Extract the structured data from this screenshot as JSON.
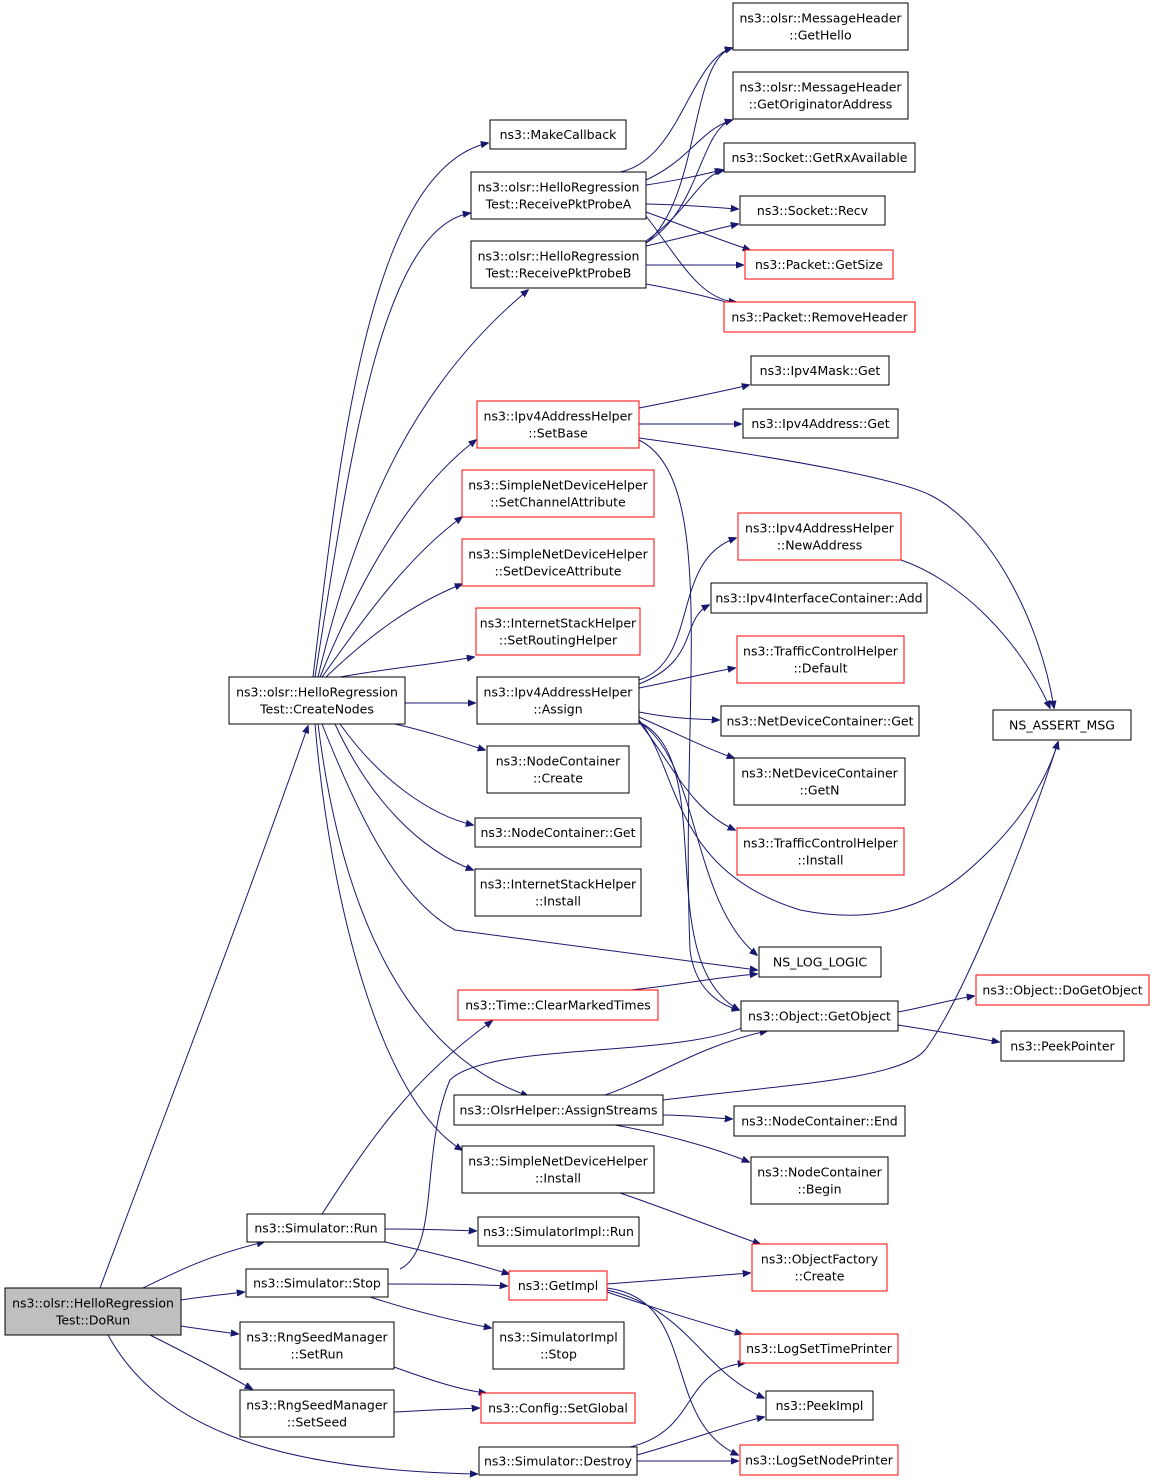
{
  "colors": {
    "edge": "#191970",
    "node_border": "#000000",
    "node_border_incomplete": "#ff0000",
    "root_fill": "#bfbfbf",
    "node_fill": "#ffffff"
  },
  "nodes": [
    {
      "id": "n_dorun",
      "lines": [
        "ns3::olsr::HelloRegression",
        "Test::DoRun"
      ],
      "style": "root"
    },
    {
      "id": "n_createnodes",
      "lines": [
        "ns3::olsr::HelloRegression",
        "Test::CreateNodes"
      ],
      "style": "normal"
    },
    {
      "id": "n_simrun",
      "lines": [
        "ns3::Simulator::Run"
      ],
      "style": "normal"
    },
    {
      "id": "n_simstop",
      "lines": [
        "ns3::Simulator::Stop"
      ],
      "style": "normal"
    },
    {
      "id": "n_setrun",
      "lines": [
        "ns3::RngSeedManager",
        "::SetRun"
      ],
      "style": "normal"
    },
    {
      "id": "n_setseed",
      "lines": [
        "ns3::RngSeedManager",
        "::SetSeed"
      ],
      "style": "normal"
    },
    {
      "id": "n_simdestroy",
      "lines": [
        "ns3::Simulator::Destroy"
      ],
      "style": "normal"
    },
    {
      "id": "n_makecallback",
      "lines": [
        "ns3::MakeCallback"
      ],
      "style": "normal"
    },
    {
      "id": "n_probea",
      "lines": [
        "ns3::olsr::HelloRegression",
        "Test::ReceivePktProbeA"
      ],
      "style": "normal"
    },
    {
      "id": "n_probeb",
      "lines": [
        "ns3::olsr::HelloRegression",
        "Test::ReceivePktProbeB"
      ],
      "style": "normal"
    },
    {
      "id": "n_setbase",
      "lines": [
        "ns3::Ipv4AddressHelper",
        "::SetBase"
      ],
      "style": "incomplete"
    },
    {
      "id": "n_setchanattr",
      "lines": [
        "ns3::SimpleNetDeviceHelper",
        "::SetChannelAttribute"
      ],
      "style": "incomplete"
    },
    {
      "id": "n_setdevattr",
      "lines": [
        "ns3::SimpleNetDeviceHelper",
        "::SetDeviceAttribute"
      ],
      "style": "incomplete"
    },
    {
      "id": "n_setrouting",
      "lines": [
        "ns3::InternetStackHelper",
        "::SetRoutingHelper"
      ],
      "style": "incomplete"
    },
    {
      "id": "n_assign",
      "lines": [
        "ns3::Ipv4AddressHelper",
        "::Assign"
      ],
      "style": "normal"
    },
    {
      "id": "n_nccreate",
      "lines": [
        "ns3::NodeContainer",
        "::Create"
      ],
      "style": "normal"
    },
    {
      "id": "n_ncget",
      "lines": [
        "ns3::NodeContainer::Get"
      ],
      "style": "normal"
    },
    {
      "id": "n_ishinstall",
      "lines": [
        "ns3::InternetStackHelper",
        "::Install"
      ],
      "style": "normal"
    },
    {
      "id": "n_clearmarked",
      "lines": [
        "ns3::Time::ClearMarkedTimes"
      ],
      "style": "incomplete"
    },
    {
      "id": "n_assignstreams",
      "lines": [
        "ns3::OlsrHelper::AssignStreams"
      ],
      "style": "normal"
    },
    {
      "id": "n_sndhinstall",
      "lines": [
        "ns3::SimpleNetDeviceHelper",
        "::Install"
      ],
      "style": "normal"
    },
    {
      "id": "n_simimplrun",
      "lines": [
        "ns3::SimulatorImpl::Run"
      ],
      "style": "normal"
    },
    {
      "id": "n_getimpl",
      "lines": [
        "ns3::GetImpl"
      ],
      "style": "incomplete"
    },
    {
      "id": "n_simimplstop",
      "lines": [
        "ns3::SimulatorImpl",
        "::Stop"
      ],
      "style": "normal"
    },
    {
      "id": "n_setglobal",
      "lines": [
        "ns3::Config::SetGlobal"
      ],
      "style": "incomplete"
    },
    {
      "id": "n_gethello",
      "lines": [
        "ns3::olsr::MessageHeader",
        "::GetHello"
      ],
      "style": "normal"
    },
    {
      "id": "n_getorig",
      "lines": [
        "ns3::olsr::MessageHeader",
        "::GetOriginatorAddress"
      ],
      "style": "normal"
    },
    {
      "id": "n_getrxavail",
      "lines": [
        "ns3::Socket::GetRxAvailable"
      ],
      "style": "normal"
    },
    {
      "id": "n_recv",
      "lines": [
        "ns3::Socket::Recv"
      ],
      "style": "normal"
    },
    {
      "id": "n_getsize",
      "lines": [
        "ns3::Packet::GetSize"
      ],
      "style": "incomplete"
    },
    {
      "id": "n_removeheader",
      "lines": [
        "ns3::Packet::RemoveHeader"
      ],
      "style": "incomplete"
    },
    {
      "id": "n_maskget",
      "lines": [
        "ns3::Ipv4Mask::Get"
      ],
      "style": "normal"
    },
    {
      "id": "n_addrget",
      "lines": [
        "ns3::Ipv4Address::Get"
      ],
      "style": "normal"
    },
    {
      "id": "n_newaddr",
      "lines": [
        "ns3::Ipv4AddressHelper",
        "::NewAddress"
      ],
      "style": "incomplete"
    },
    {
      "id": "n_ifcadd",
      "lines": [
        "ns3::Ipv4InterfaceContainer::Add"
      ],
      "style": "normal"
    },
    {
      "id": "n_tcdefault",
      "lines": [
        "ns3::TrafficControlHelper",
        "::Default"
      ],
      "style": "incomplete"
    },
    {
      "id": "n_ndcget",
      "lines": [
        "ns3::NetDeviceContainer::Get"
      ],
      "style": "normal"
    },
    {
      "id": "n_ndcgetn",
      "lines": [
        "ns3::NetDeviceContainer",
        "::GetN"
      ],
      "style": "normal"
    },
    {
      "id": "n_tcinstall",
      "lines": [
        "ns3::TrafficControlHelper",
        "::Install"
      ],
      "style": "incomplete"
    },
    {
      "id": "n_nsassert",
      "lines": [
        "NS_ASSERT_MSG"
      ],
      "style": "normal"
    },
    {
      "id": "n_nslog",
      "lines": [
        "NS_LOG_LOGIC"
      ],
      "style": "normal"
    },
    {
      "id": "n_getobject",
      "lines": [
        "ns3::Object::GetObject"
      ],
      "style": "normal"
    },
    {
      "id": "n_dogetobject",
      "lines": [
        "ns3::Object::DoGetObject"
      ],
      "style": "incomplete"
    },
    {
      "id": "n_peekpointer",
      "lines": [
        "ns3::PeekPointer"
      ],
      "style": "normal"
    },
    {
      "id": "n_ncend",
      "lines": [
        "ns3::NodeContainer::End"
      ],
      "style": "normal"
    },
    {
      "id": "n_ncbegin",
      "lines": [
        "ns3::NodeContainer",
        "::Begin"
      ],
      "style": "normal"
    },
    {
      "id": "n_ofcreate",
      "lines": [
        "ns3::ObjectFactory",
        "::Create"
      ],
      "style": "incomplete"
    },
    {
      "id": "n_logsettime",
      "lines": [
        "ns3::LogSetTimePrinter"
      ],
      "style": "incomplete"
    },
    {
      "id": "n_peekimpl",
      "lines": [
        "ns3::PeekImpl"
      ],
      "style": "normal"
    },
    {
      "id": "n_logsetnode",
      "lines": [
        "ns3::LogSetNodePrinter"
      ],
      "style": "incomplete"
    }
  ],
  "edges": [
    [
      "n_dorun",
      "n_createnodes"
    ],
    [
      "n_dorun",
      "n_simrun"
    ],
    [
      "n_dorun",
      "n_simstop"
    ],
    [
      "n_dorun",
      "n_setrun"
    ],
    [
      "n_dorun",
      "n_setseed"
    ],
    [
      "n_dorun",
      "n_simdestroy"
    ],
    [
      "n_createnodes",
      "n_makecallback"
    ],
    [
      "n_createnodes",
      "n_probea"
    ],
    [
      "n_createnodes",
      "n_probeb"
    ],
    [
      "n_createnodes",
      "n_setbase"
    ],
    [
      "n_createnodes",
      "n_setchanattr"
    ],
    [
      "n_createnodes",
      "n_setdevattr"
    ],
    [
      "n_createnodes",
      "n_setrouting"
    ],
    [
      "n_createnodes",
      "n_assign"
    ],
    [
      "n_createnodes",
      "n_nccreate"
    ],
    [
      "n_createnodes",
      "n_ncget"
    ],
    [
      "n_createnodes",
      "n_ishinstall"
    ],
    [
      "n_createnodes",
      "n_nslog"
    ],
    [
      "n_createnodes",
      "n_assignstreams"
    ],
    [
      "n_createnodes",
      "n_sndhinstall"
    ],
    [
      "n_probea",
      "n_gethello"
    ],
    [
      "n_probea",
      "n_getorig"
    ],
    [
      "n_probea",
      "n_getrxavail"
    ],
    [
      "n_probea",
      "n_recv"
    ],
    [
      "n_probea",
      "n_getsize"
    ],
    [
      "n_probea",
      "n_removeheader"
    ],
    [
      "n_probeb",
      "n_gethello"
    ],
    [
      "n_probeb",
      "n_getorig"
    ],
    [
      "n_probeb",
      "n_getrxavail"
    ],
    [
      "n_probeb",
      "n_recv"
    ],
    [
      "n_probeb",
      "n_getsize"
    ],
    [
      "n_probeb",
      "n_removeheader"
    ],
    [
      "n_setbase",
      "n_maskget"
    ],
    [
      "n_setbase",
      "n_addrget"
    ],
    [
      "n_setbase",
      "n_nsassert"
    ],
    [
      "n_setbase",
      "n_getobject"
    ],
    [
      "n_assign",
      "n_newaddr"
    ],
    [
      "n_assign",
      "n_ifcadd"
    ],
    [
      "n_assign",
      "n_tcdefault"
    ],
    [
      "n_assign",
      "n_ndcget"
    ],
    [
      "n_assign",
      "n_ndcgetn"
    ],
    [
      "n_assign",
      "n_tcinstall"
    ],
    [
      "n_assign",
      "n_nsassert"
    ],
    [
      "n_assign",
      "n_nslog"
    ],
    [
      "n_assign",
      "n_getobject"
    ],
    [
      "n_newaddr",
      "n_nsassert"
    ],
    [
      "n_getobject",
      "n_dogetobject"
    ],
    [
      "n_getobject",
      "n_peekpointer"
    ],
    [
      "n_assignstreams",
      "n_getobject"
    ],
    [
      "n_assignstreams",
      "n_ncend"
    ],
    [
      "n_assignstreams",
      "n_ncbegin"
    ],
    [
      "n_assignstreams",
      "n_nsassert"
    ],
    [
      "n_sndhinstall",
      "n_ofcreate"
    ],
    [
      "n_simrun",
      "n_clearmarked"
    ],
    [
      "n_simrun",
      "n_simimplrun"
    ],
    [
      "n_simrun",
      "n_getimpl"
    ],
    [
      "n_clearmarked",
      "n_nslog"
    ],
    [
      "n_simstop",
      "n_getimpl"
    ],
    [
      "n_simstop",
      "n_simimplstop"
    ],
    [
      "n_simstop",
      "n_getobject"
    ],
    [
      "n_getimpl",
      "n_ofcreate"
    ],
    [
      "n_getimpl",
      "n_logsettime"
    ],
    [
      "n_getimpl",
      "n_peekimpl"
    ],
    [
      "n_getimpl",
      "n_logsetnode"
    ],
    [
      "n_setrun",
      "n_setglobal"
    ],
    [
      "n_setseed",
      "n_setglobal"
    ],
    [
      "n_simdestroy",
      "n_logsettime"
    ],
    [
      "n_simdestroy",
      "n_peekimpl"
    ],
    [
      "n_simdestroy",
      "n_logsetnode"
    ]
  ]
}
